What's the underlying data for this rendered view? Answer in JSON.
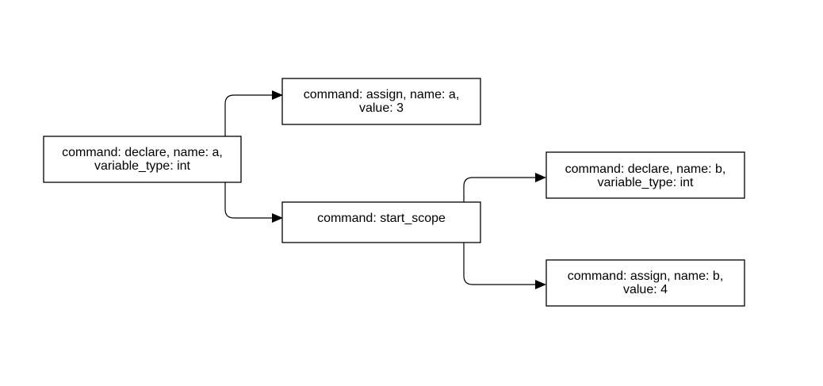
{
  "diagram": {
    "nodes": [
      {
        "id": "declare-a",
        "lines": [
          "command: declare, name: a,",
          "variable_type: int"
        ]
      },
      {
        "id": "assign-a",
        "lines": [
          "command: assign, name: a,",
          "value: 3"
        ]
      },
      {
        "id": "start-scope",
        "lines": [
          "command: start_scope"
        ]
      },
      {
        "id": "declare-b",
        "lines": [
          "command: declare, name: b,",
          "variable_type: int"
        ]
      },
      {
        "id": "assign-b",
        "lines": [
          "command: assign, name: b,",
          "value: 4"
        ]
      }
    ],
    "edges": [
      {
        "from": "declare-a",
        "to": "assign-a"
      },
      {
        "from": "declare-a",
        "to": "start-scope"
      },
      {
        "from": "start-scope",
        "to": "declare-b"
      },
      {
        "from": "start-scope",
        "to": "assign-b"
      }
    ]
  }
}
